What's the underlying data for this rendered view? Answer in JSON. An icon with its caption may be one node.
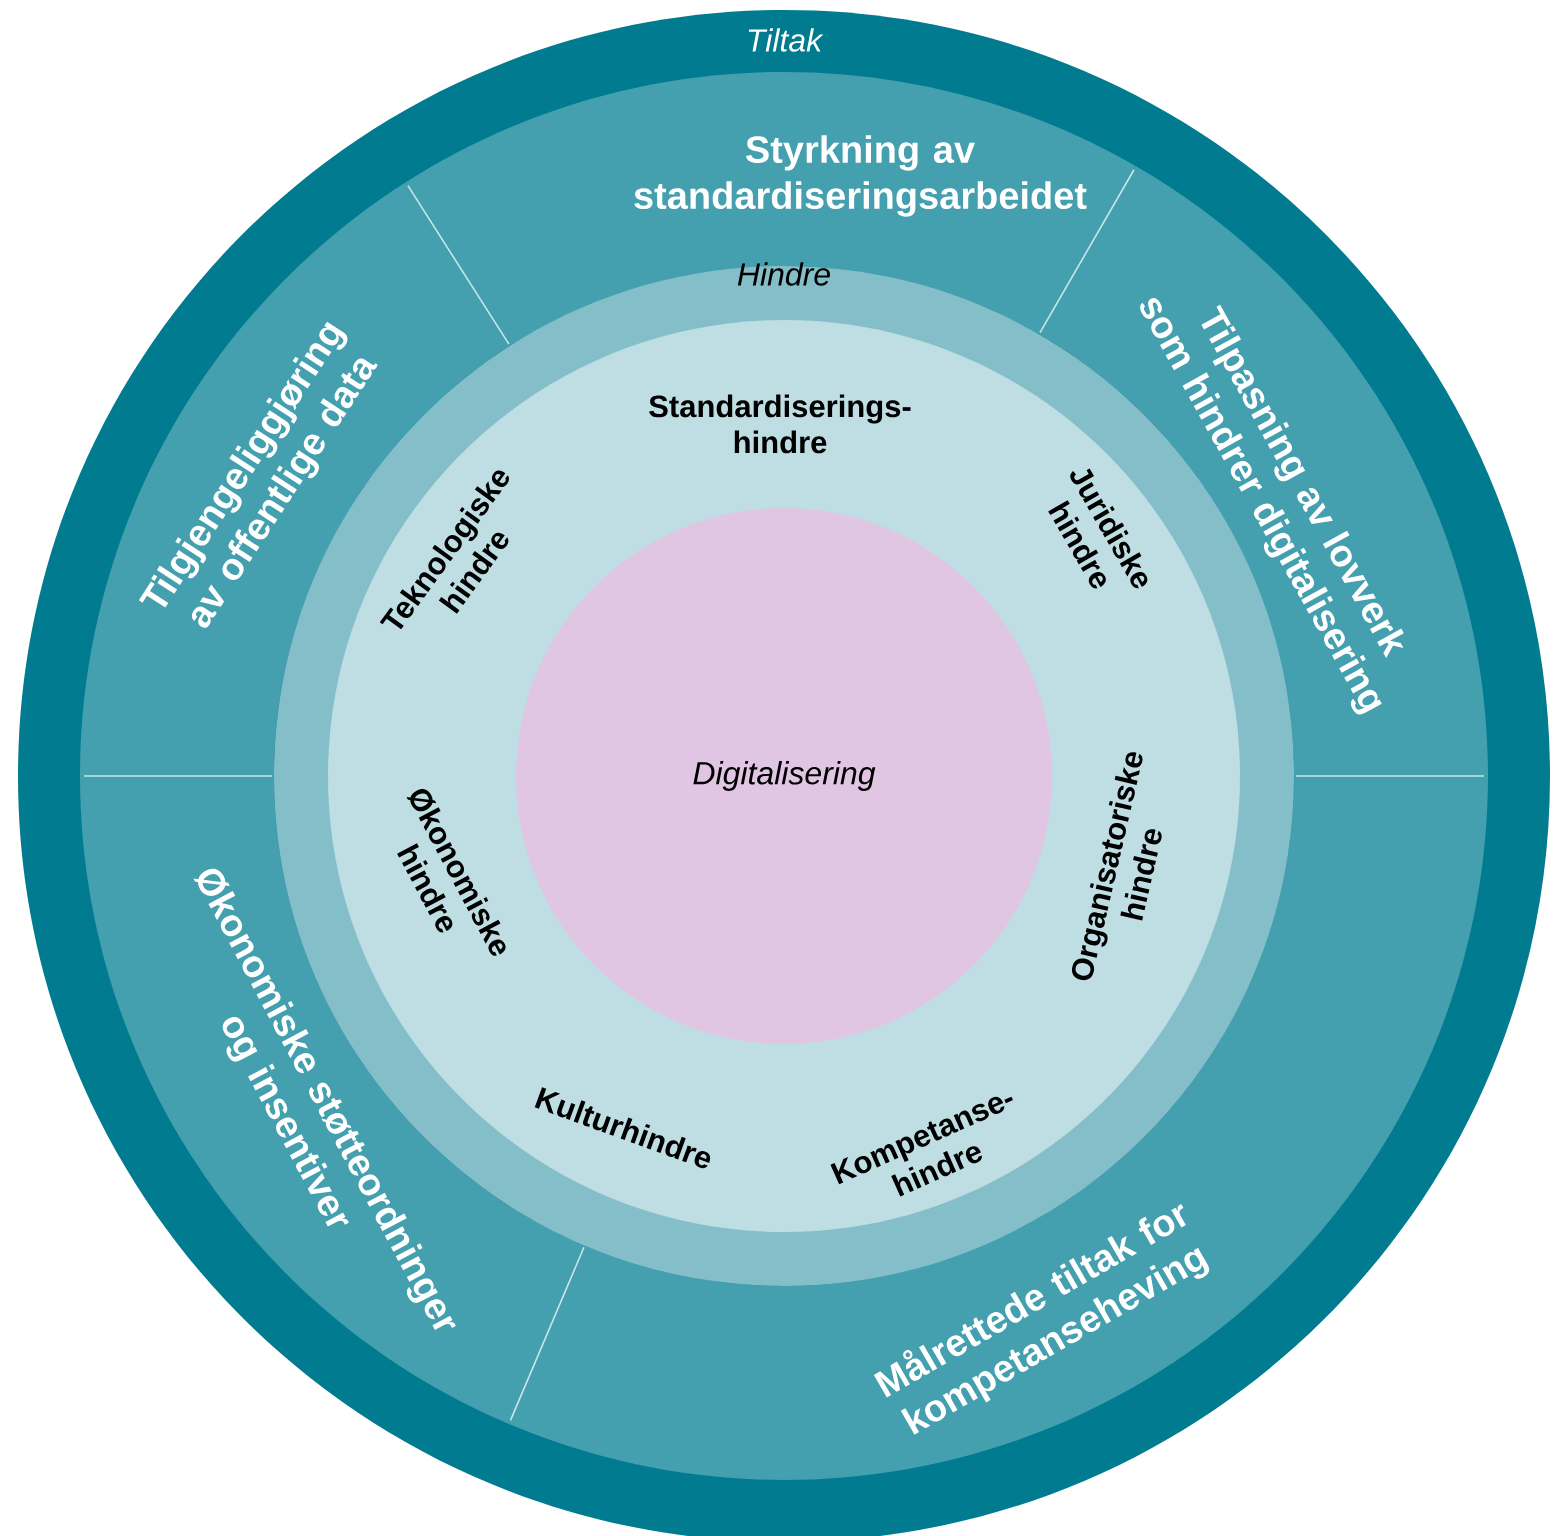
{
  "diagram": {
    "nodes": [
      {
        "text": [
          "Tiltak"
        ]
      },
      {
        "text": [
          "Styrkning av standardiseringsarbeidet"
        ],
        "in": 0
      },
      {
        "text": [
          "Tilgjengeliggjøring av offentlige data"
        ],
        "in": 0
      },
      {
        "text": [
          "Tilpasning av lovverk som hindrer digitalisering"
        ],
        "in": 0
      },
      {
        "text": [
          "Økonomiske støtteordninger og insentiver"
        ],
        "in": 0
      },
      {
        "text": [
          "Målrettede tiltak for kompetanseheving"
        ],
        "in": 0
      },
      {
        "text": [
          "Hindre",
          "Standardiserings- hindre",
          "Teknologiske hindre",
          "Juridiske hindre",
          "Organisatoriske hindre",
          "Kompetanse- hindre",
          "Kulturhindre",
          "Økonomiske hindre"
        ],
        "in": 0
      },
      {
        "text": [
          "Digitalisering"
        ],
        "in": 6
      }
    ]
  }
}
